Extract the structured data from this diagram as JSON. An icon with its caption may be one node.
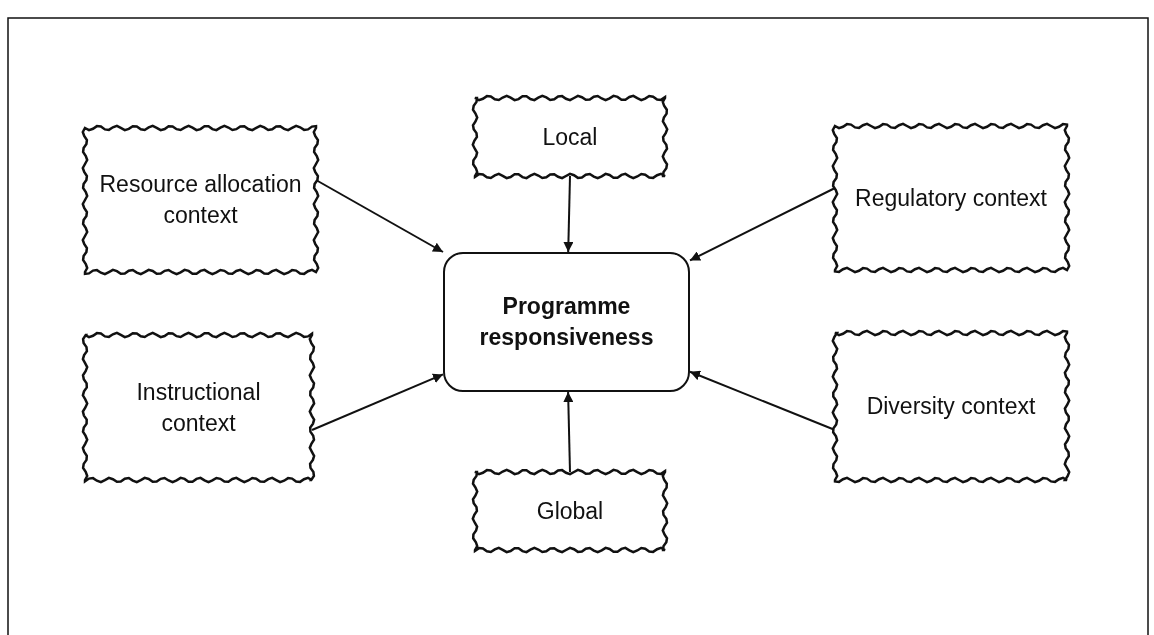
{
  "diagram": {
    "nodes": [
      {
        "text": [
          "Resource allocation context"
        ]
      },
      {
        "text": [
          "Local"
        ]
      },
      {
        "text": [
          "Regulatory context"
        ]
      },
      {
        "text": [
          "Programme responsiveness"
        ]
      },
      {
        "text": [
          "Instructional context"
        ]
      },
      {
        "text": [
          "Diversity context"
        ]
      },
      {
        "text": [
          "Global"
        ]
      }
    ],
    "edges": [
      {
        "from": 0,
        "to": 3,
        "arrow": "to"
      },
      {
        "from": 1,
        "to": 3,
        "arrow": "to"
      },
      {
        "from": 2,
        "to": 3,
        "arrow": "to"
      },
      {
        "from": 4,
        "to": 3,
        "arrow": "to"
      },
      {
        "from": 6,
        "to": 3,
        "arrow": "to"
      },
      {
        "from": 5,
        "to": 3,
        "arrow": "to"
      }
    ]
  }
}
